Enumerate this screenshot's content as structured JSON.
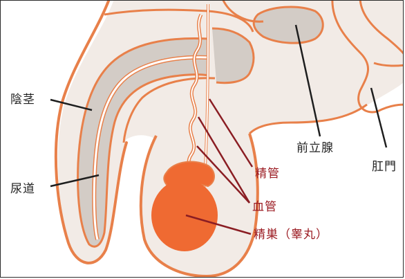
{
  "labels": {
    "penis": "陰茎",
    "urethra": "尿道",
    "prostate": "前立腺",
    "anus": "肛門",
    "vas_deferens": "精管",
    "blood_vessels": "血管",
    "testis": "精巣（睾丸）"
  },
  "colors": {
    "outline": "#e8804a",
    "skin_fill": "#f2ebe6",
    "inner_fill": "#d3ccc6",
    "testis": "#ef6a32",
    "vessel_line": "#8a1d23",
    "black_line": "#1e1e1e",
    "label_black": "#222222",
    "label_red": "#9b1b22"
  }
}
